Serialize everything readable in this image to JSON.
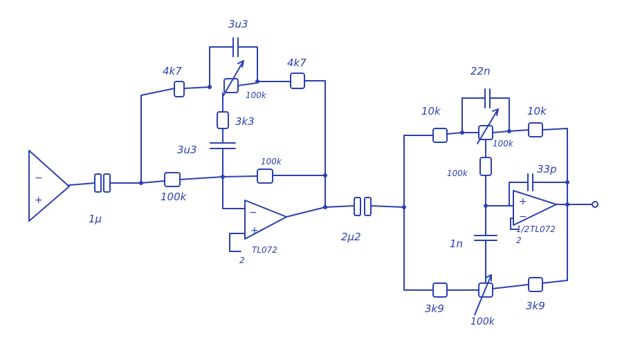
{
  "labels": {
    "c_input": "1µ",
    "c_fb1": "3u3",
    "c_mid1": "3u3",
    "c_couple": "2µ2",
    "c_fb2": "22n",
    "c_bot2": "1n",
    "c_33p": "33p",
    "r_4k7_left": "4k7",
    "r_4k7_right": "4k7",
    "r_3k3": "3k3",
    "r_100k_in1": "100k",
    "r_100k_mid1": "100k",
    "pot_100k_top1": "100k",
    "r_10k_left": "10k",
    "r_10k_right": "10k",
    "pot_100k_top2": "100k",
    "r_100k_vert2": "100k",
    "r_3k9_left": "3k9",
    "r_3k9_right": "3k9",
    "pot_100k_bot2": "100k",
    "opamp1_part": "TL072",
    "opamp2_part": "TL072",
    "opamp2_prefix": "1/2",
    "pin_gnd1": "2",
    "pin_gnd2": "2",
    "minus": "−",
    "plus": "+"
  },
  "colors": {
    "ink": "#2b3fb0",
    "paper": "#ffffff"
  }
}
